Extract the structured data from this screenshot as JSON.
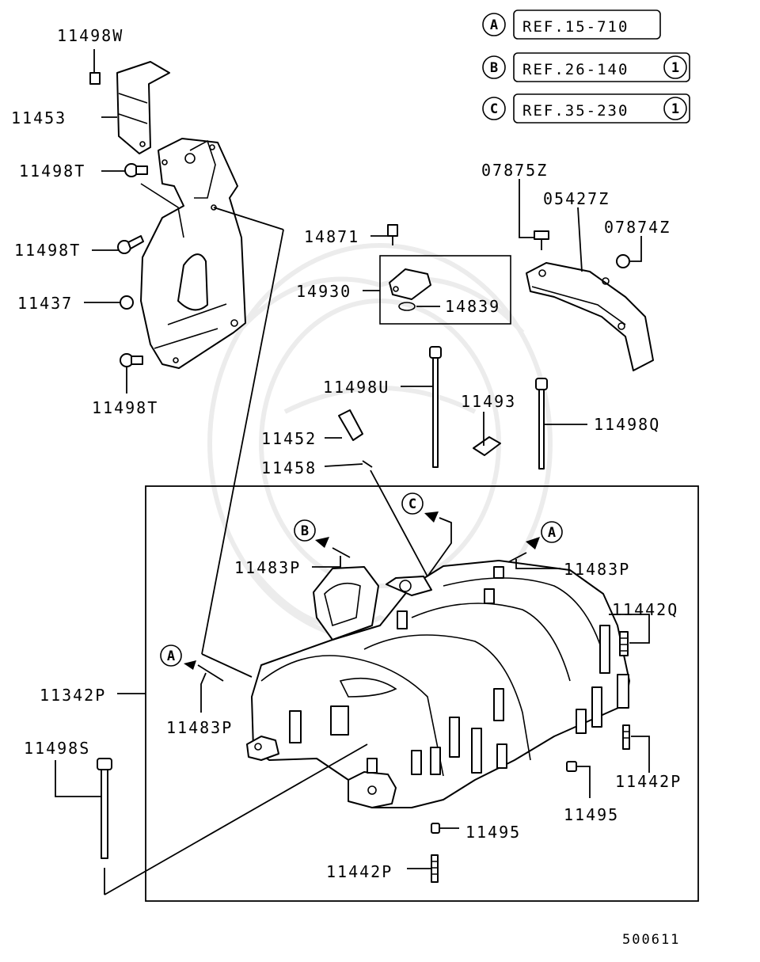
{
  "references": [
    {
      "letter": "A",
      "text": "REF.15-710",
      "suffix": ""
    },
    {
      "letter": "B",
      "text": "REF.26-140",
      "suffix": "1"
    },
    {
      "letter": "C",
      "text": "REF.35-230",
      "suffix": "1"
    }
  ],
  "callouts": {
    "p11498W": "11498W",
    "p11453": "11453",
    "p11498T_a": "11498T",
    "p11498T_b": "11498T",
    "p11437": "11437",
    "p11498T_c": "11498T",
    "p14871": "14871",
    "p14930": "14930",
    "p14839": "14839",
    "p07875Z": "07875Z",
    "p05427Z": "05427Z",
    "p07874Z": "07874Z",
    "p11498U": "11498U",
    "p11493": "11493",
    "p11498Q": "11498Q",
    "p11452": "11452",
    "p11458": "11458",
    "p11483P_a": "11483P",
    "p11483P_b": "11483P",
    "p11483P_c": "11483P",
    "p11442Q": "11442Q",
    "p11342P": "11342P",
    "p11498S": "11498S",
    "p11442P_a": "11442P",
    "p11495_a": "11495",
    "p11495_b": "11495",
    "p11442P_b": "11442P"
  },
  "arrow_refs": {
    "A1": "A",
    "A2": "A",
    "B": "B",
    "C": "C"
  },
  "diagram_code": "500611"
}
